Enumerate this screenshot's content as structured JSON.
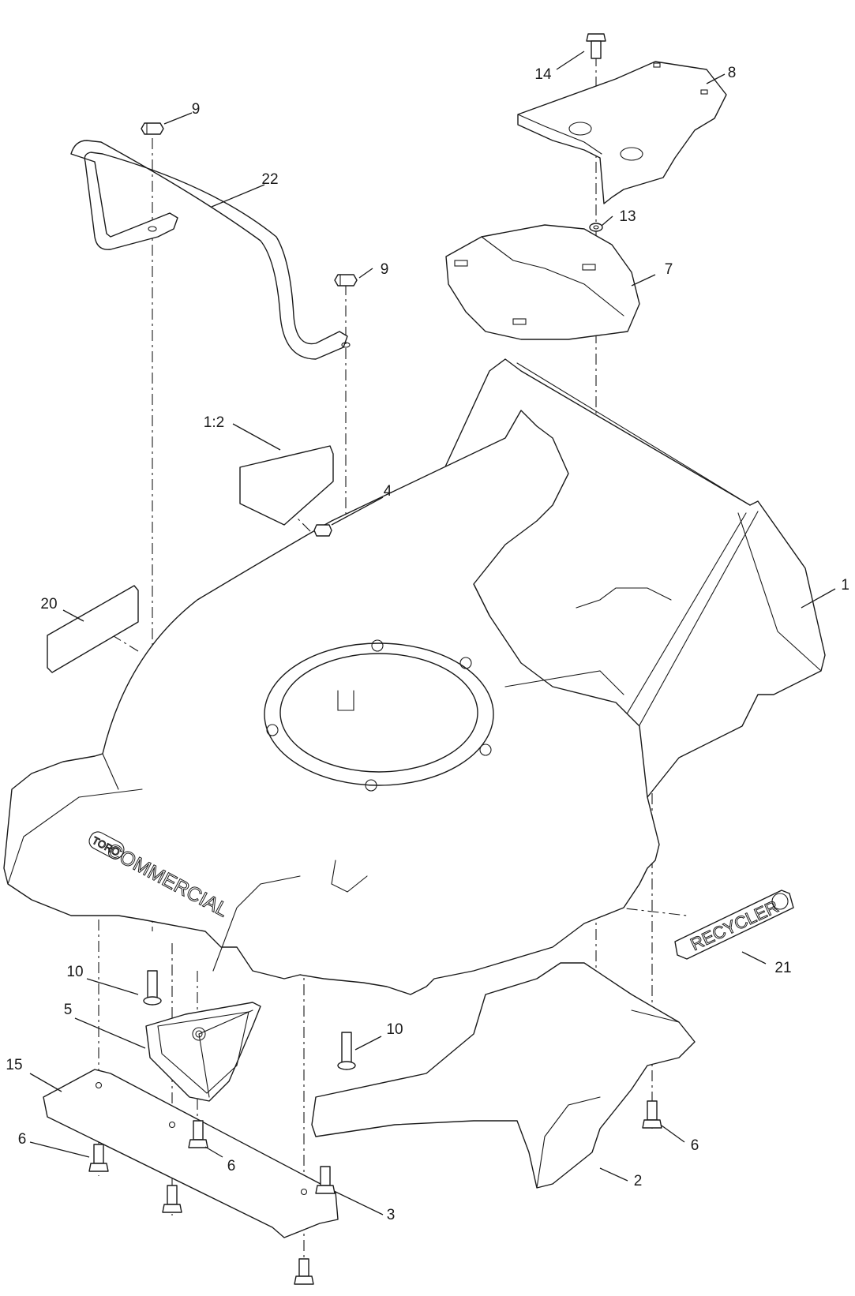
{
  "callouts": {
    "c1": "1",
    "c1_2": "1:2",
    "c2": "2",
    "c3": "3",
    "c4": "4",
    "c5": "5",
    "c6a": "6",
    "c6b": "6",
    "c6c": "6",
    "c7": "7",
    "c8": "8",
    "c9a": "9",
    "c9b": "9",
    "c10a": "10",
    "c10b": "10",
    "c13": "13",
    "c14": "14",
    "c15": "15",
    "c20": "20",
    "c21": "21",
    "c22": "22"
  },
  "decals": {
    "brand_box": "TORO",
    "brand": "COMMERCIAL",
    "model": "RECYCLER"
  }
}
